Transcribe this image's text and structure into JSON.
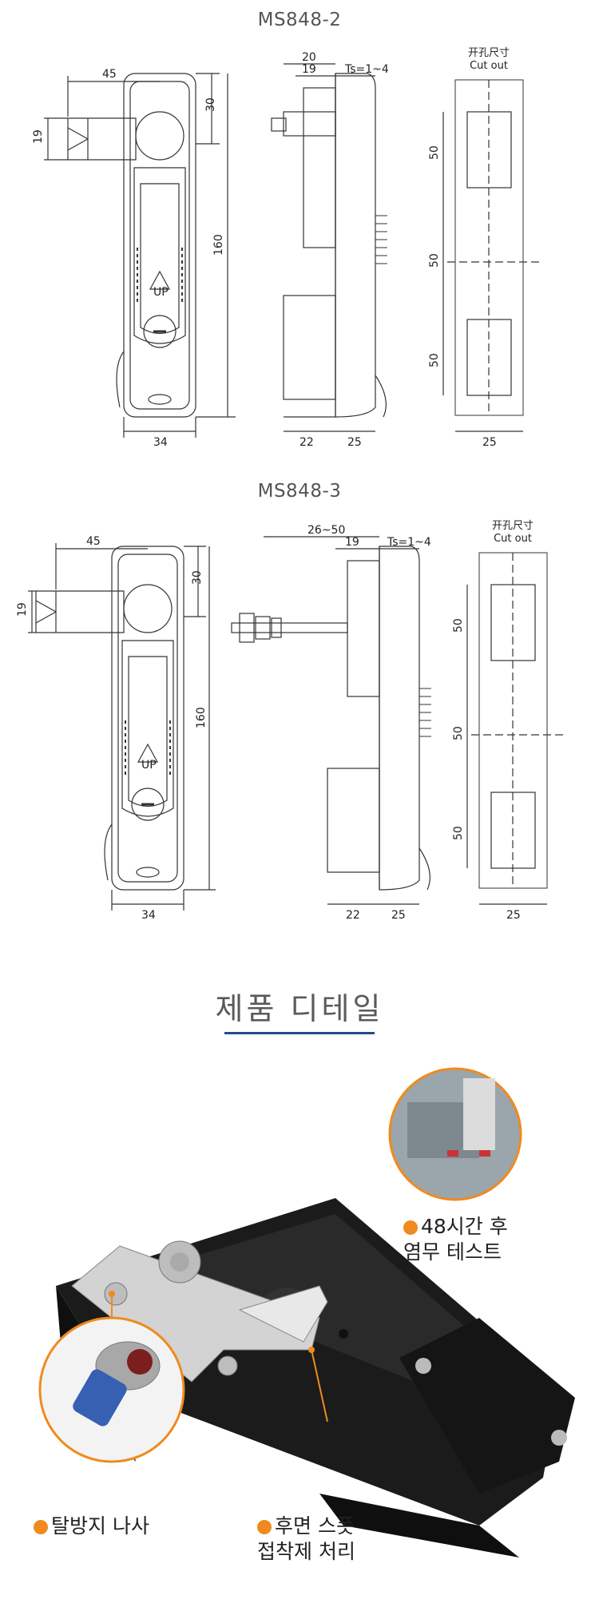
{
  "drawing1": {
    "model": "MS848-2",
    "front": {
      "width_left": "45",
      "height_top": "30",
      "height_left": "19",
      "height_total": "160",
      "width_bottom": "34"
    },
    "side": {
      "d1": "20",
      "d2": "19",
      "ts": "Ts=1~4",
      "b1": "22",
      "b2": "25"
    },
    "cutout": {
      "title_cn": "开孔尺寸",
      "title_en": "Cut out",
      "h1": "50",
      "h2": "50",
      "h3": "50",
      "w": "25"
    },
    "up_text": "UP"
  },
  "drawing2": {
    "model": "MS848-3",
    "front": {
      "width_left": "45",
      "height_top": "30",
      "height_left": "19",
      "height_total": "160",
      "width_bottom": "34"
    },
    "side": {
      "d1": "26~50",
      "d2": "19",
      "ts": "Ts=1~4",
      "b1": "22",
      "b2": "25"
    },
    "cutout": {
      "title_cn": "开孔尺寸",
      "title_en": "Cut out",
      "h1": "50",
      "h2": "50",
      "h3": "50",
      "w": "25"
    },
    "up_text": "UP"
  },
  "detail": {
    "heading": "제품 디테일",
    "label_salt_line1": "48시간 후",
    "label_salt_line2": "염무 테스트",
    "label_screw": "탈방지 나사",
    "label_sponge_line1": "후면 스폿",
    "label_sponge_line2": "접착제 처리"
  },
  "colors": {
    "accent_orange": "#f08a1e",
    "heading_rule": "#1e4d8c",
    "latch_black": "#1b1b1b",
    "zinc": "#c9c9c9"
  }
}
